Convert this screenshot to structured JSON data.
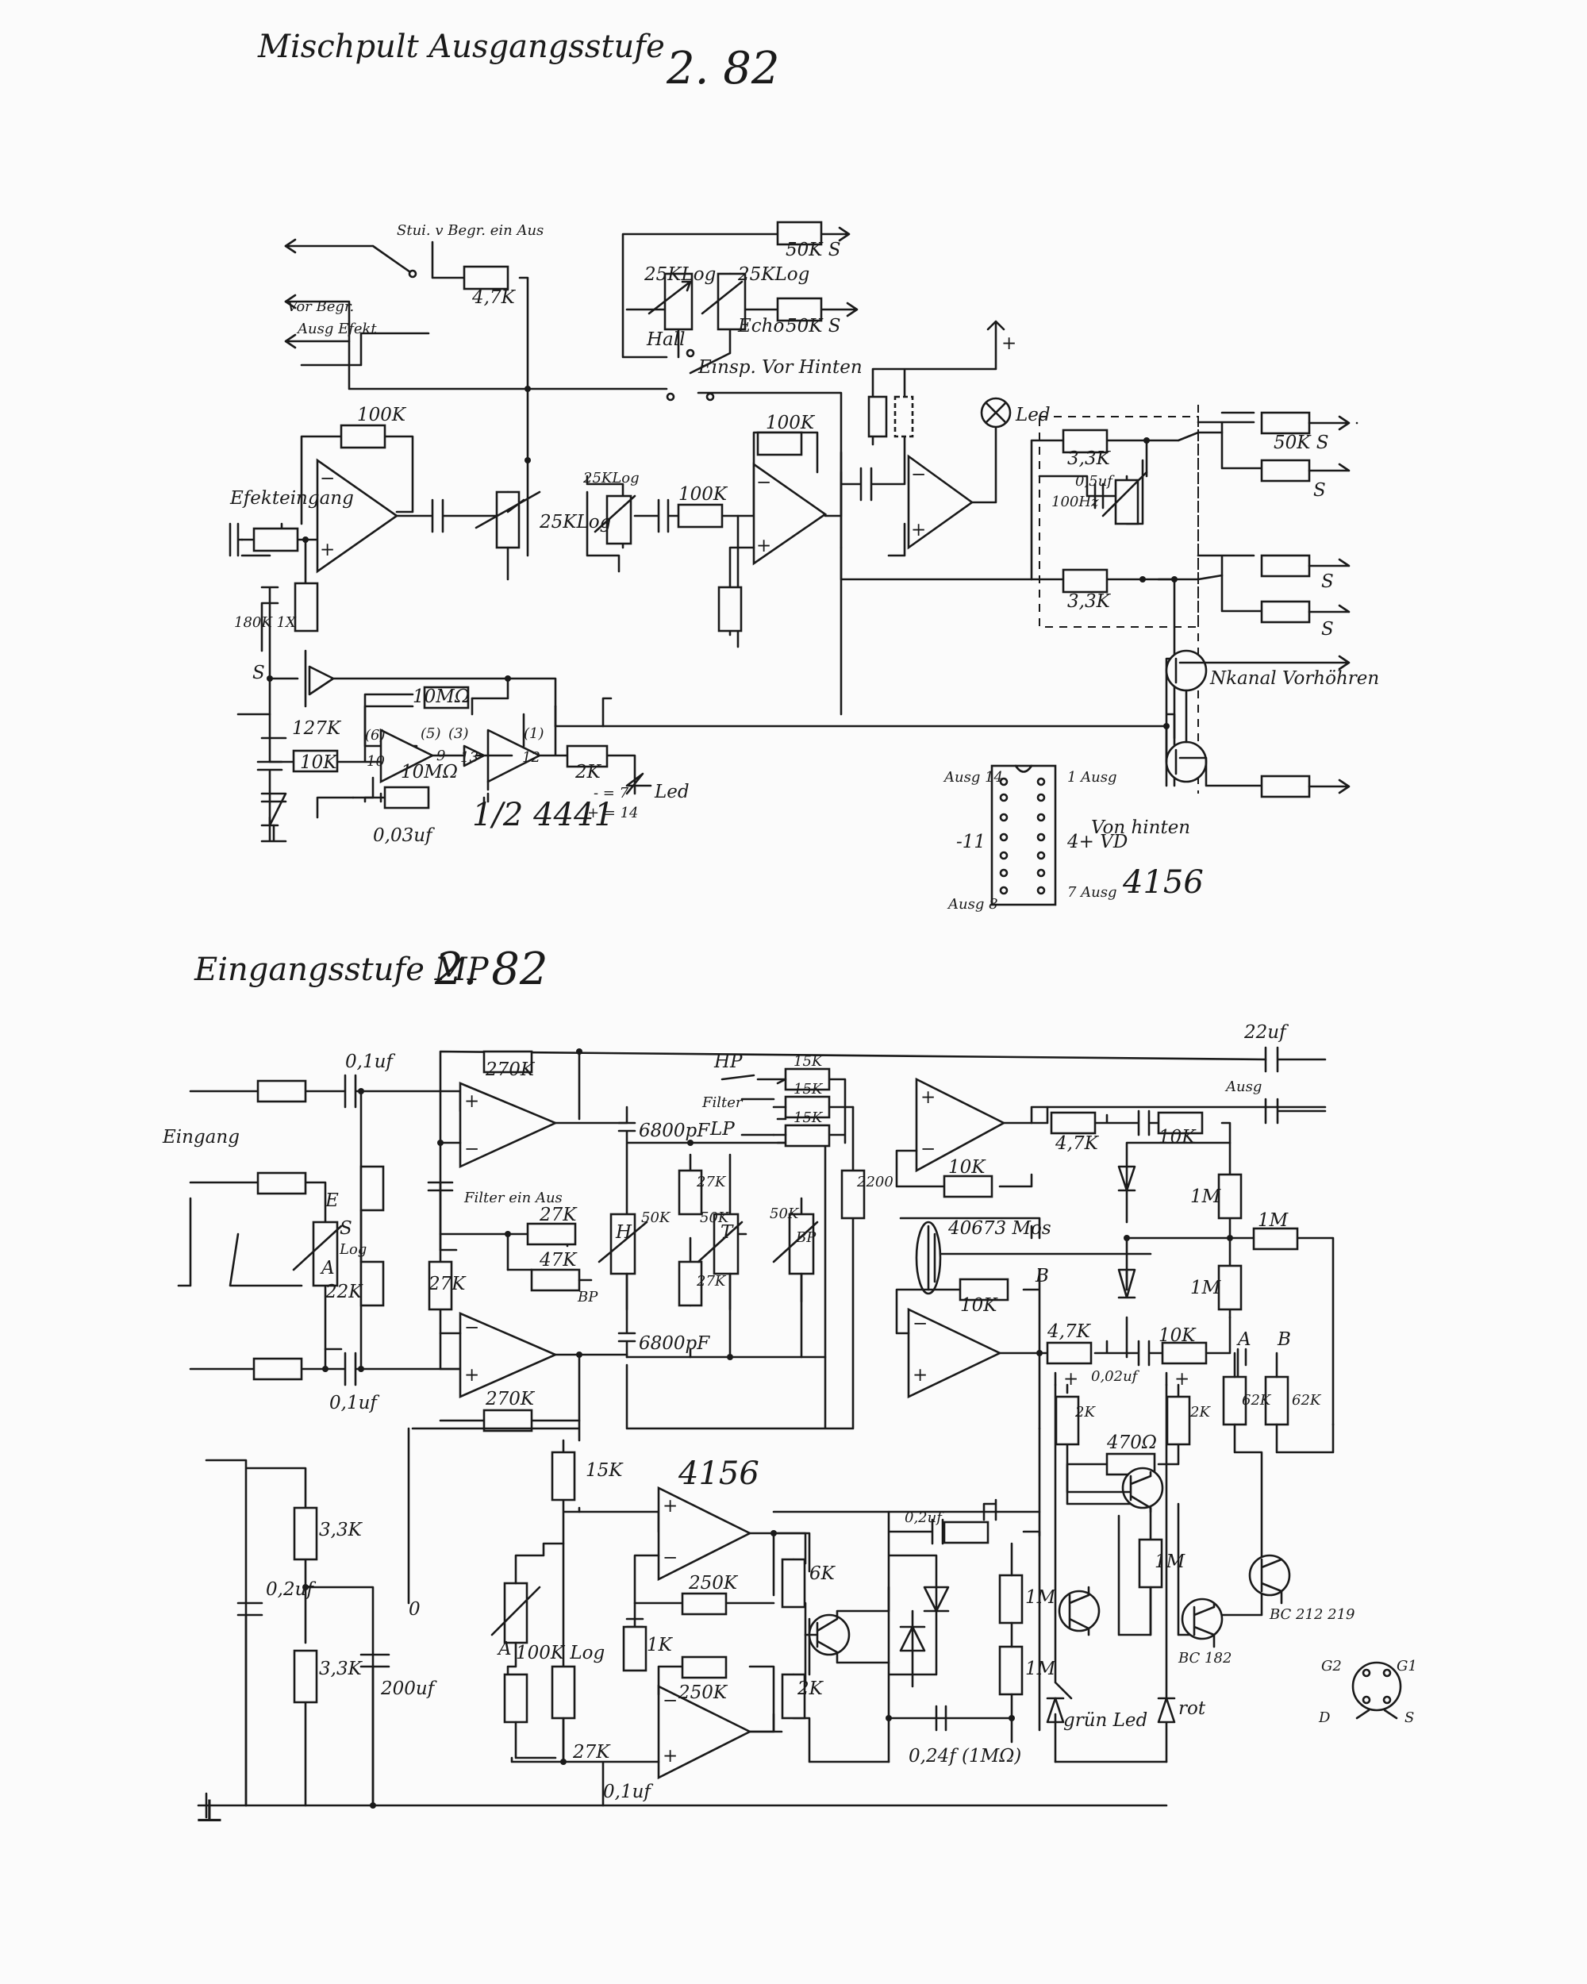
{
  "titles": {
    "output_stage": "Mischpult Ausgangsstufe",
    "output_date": "2. 82",
    "input_stage": "Eingangsstufe MP",
    "input_date": "2. 82"
  },
  "output_stage": {
    "labels": {
      "switch_top": "Stui. v Begr. ein Aus",
      "vor_begr": "Vor Begr.",
      "ausg_efekt": "Ausg Efekt",
      "r_47k": "4,7K",
      "hall": "Hall",
      "echo": "Echo",
      "pot_25klog_1": "25KLog",
      "pot_25klog_2": "25KLog",
      "r_50k_top": "50K S",
      "r_50k_echo": "50K S",
      "einsp": "Einsp. Vor Hinten",
      "plus": "+",
      "led": "Led",
      "r_100k_a": "100K",
      "r_100k_b": "100K",
      "r_100k_c": "100K",
      "efekteingang": "Efekteingang",
      "pot_25klog_main": "25KLog",
      "pot_25klog_small": "25KLog",
      "r_33k_a": "3,3K",
      "r_33k_b": "3,3K",
      "c_05uf": "0,5uf",
      "hz_100": "100Hz",
      "r_50k_out": "50K S",
      "s1": "S",
      "s2": "S",
      "s3": "S",
      "nkanal": "Nkanal Vorhöhren",
      "r_180k": "180K 1X",
      "s_left": "S",
      "r_10m_a": "10MΩ",
      "r_10m_b": "10MΩ",
      "r_127k": "127K",
      "r_10k": "10K",
      "pin6": "(6)",
      "pin5": "(5)",
      "pin3": "(3)",
      "pin1": "(1)",
      "pin10": "10",
      "pin9": "9",
      "pin13": "13",
      "pin12": "12",
      "r_2k": "2K",
      "led2": "Led",
      "ic_4441": "1/2 4441",
      "ic_4441_note": "+ = 14",
      "ic_4441_note2": "- = 7",
      "c_003uf": "0,03uf"
    },
    "pinout": {
      "pin14": "Ausg 14",
      "pin1": "1 Ausg",
      "pin8": "Ausg 8",
      "pin7": "7 Ausg",
      "pin11": "-11",
      "pin4": "4+ VD",
      "vonhinten": "Von hinten",
      "ic": "4156"
    }
  },
  "input_stage": {
    "labels": {
      "c_22uf": "22uf",
      "ausg": "Ausg",
      "c_01uf_a": "0,1uf",
      "c_01uf_b": "0,1uf",
      "r_270k_a": "270K",
      "r_270k_b": "270K",
      "hp": "HP",
      "filter": "Filter",
      "lp": "LP",
      "r_15k_a": "15K",
      "r_15k_b": "15K",
      "r_15k_c": "15K",
      "c_6800pf_a": "6800pF",
      "c_6800pf_b": "6800pF",
      "eingang": "Eingang",
      "pot_e": "E",
      "pot_s": "S",
      "pot_a": "A",
      "pot_log": "Log",
      "r_22k": "22K",
      "filter_ein_aus": "Filter ein Aus",
      "r_27k_a": "27K",
      "r_27k_b": "27K",
      "r_27k_c": "27K",
      "r_27k_d": "27K",
      "r_47k": "47K",
      "bp": "BP",
      "bp2": "BP",
      "h": "H",
      "t": "T",
      "pot_50k_a": "50K",
      "pot_50k_b": "50K",
      "pot_50k_c": "50K",
      "r_2200": "2200",
      "r_10k_a": "10K",
      "r_10k_b": "10K",
      "r_10k_c": "10K",
      "r_10k_d": "10K",
      "r_47k_a": "4,7K",
      "r_47k_b": "4,7K",
      "c_002uf": "0,02uf",
      "ic_40673": "40673 Mos",
      "r_1m_a": "1M",
      "r_1m_b": "1M",
      "r_1m_c": "1M",
      "r_1m_d": "1M",
      "r_1m_e": "1M",
      "r_1m_f": "1M",
      "b1": "B",
      "a_lbl": "A",
      "b_lbl": "B",
      "r_62k_a": "62K",
      "r_62k_b": "62K",
      "r_2k_a": "2K",
      "r_2k_b": "2K",
      "r_470": "470Ω",
      "plus1": "+",
      "plus2": "+",
      "r_33k_a": "3,3K",
      "r_33k_b": "3,3K",
      "c_02uf": "0,2uf",
      "zero": "0",
      "c_200uf": "200uf",
      "ground": "⊥",
      "r_15k_d": "15K",
      "ic_4156": "4156",
      "c_02uf_b": "0,2uf",
      "r_250k_a": "250K",
      "r_250k_b": "250K",
      "r_1k": "1K",
      "pot_100k": "100K Log",
      "pot_a2": "A",
      "r_6k": "6K",
      "r_2k_c": "2K",
      "c_01uf_c": "0,1uf",
      "c_024": "0,24f (1MΩ)",
      "gruen_led": "grün Led",
      "rot": "rot",
      "bc212": "BC 212 219",
      "bc182": "BC 182",
      "g2": "G2",
      "g1": "G1",
      "d": "D",
      "s": "S"
    }
  }
}
